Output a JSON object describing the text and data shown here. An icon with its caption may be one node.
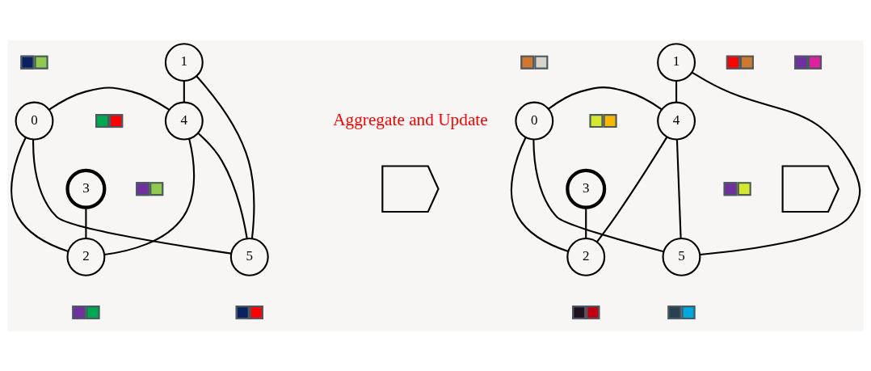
{
  "diagram": {
    "nodes": [
      {
        "text": [
          "0"
        ]
      },
      {
        "text": [
          "1"
        ]
      },
      {
        "text": [
          "2"
        ]
      },
      {
        "text": [
          "3"
        ]
      },
      {
        "text": [
          "4"
        ]
      },
      {
        "text": [
          "5"
        ]
      },
      {
        "text": [
          "0"
        ]
      },
      {
        "text": [
          "1"
        ]
      },
      {
        "text": [
          "2"
        ]
      },
      {
        "text": [
          "3"
        ]
      },
      {
        "text": [
          "4"
        ]
      },
      {
        "text": [
          "5"
        ]
      },
      {
        "text": [],
        "shape": "box"
      },
      {
        "text": [],
        "shape": "box"
      },
      {
        "text": [],
        "shape": "box"
      },
      {
        "text": [],
        "shape": "box"
      },
      {
        "text": [],
        "shape": "box"
      },
      {
        "text": [],
        "shape": "box"
      },
      {
        "text": [],
        "shape": "box"
      },
      {
        "text": [],
        "shape": "box"
      },
      {
        "text": [],
        "shape": "box"
      },
      {
        "text": [],
        "shape": "box"
      },
      {
        "text": [],
        "shape": "box"
      },
      {
        "text": [],
        "shape": "box"
      },
      {
        "text": [],
        "shape": "chevron"
      },
      {
        "text": [],
        "shape": "chevron"
      }
    ],
    "edges": [
      {
        "from": 0,
        "to": 4,
        "arrow": "none"
      },
      {
        "from": 1,
        "to": 4,
        "arrow": "none"
      },
      {
        "from": 1,
        "to": 5,
        "arrow": "none"
      },
      {
        "from": 0,
        "to": 2,
        "arrow": "none"
      },
      {
        "from": 0,
        "to": 5,
        "arrow": "none"
      },
      {
        "from": 3,
        "to": 2,
        "arrow": "none"
      },
      {
        "from": 4,
        "to": 2,
        "arrow": "none"
      },
      {
        "from": 4,
        "to": 5,
        "arrow": "none"
      },
      {
        "from": 6,
        "to": 10,
        "arrow": "none"
      },
      {
        "from": 7,
        "to": 10,
        "arrow": "none"
      },
      {
        "from": 7,
        "to": 11,
        "arrow": "none"
      },
      {
        "from": 6,
        "to": 8,
        "arrow": "none"
      },
      {
        "from": 6,
        "to": 11,
        "arrow": "none"
      },
      {
        "from": 9,
        "to": 8,
        "arrow": "none"
      },
      {
        "from": 10,
        "to": 8,
        "arrow": "none"
      },
      {
        "from": 10,
        "to": 11,
        "arrow": "none"
      }
    ],
    "labels": [
      "Aggregate and Update"
    ]
  }
}
